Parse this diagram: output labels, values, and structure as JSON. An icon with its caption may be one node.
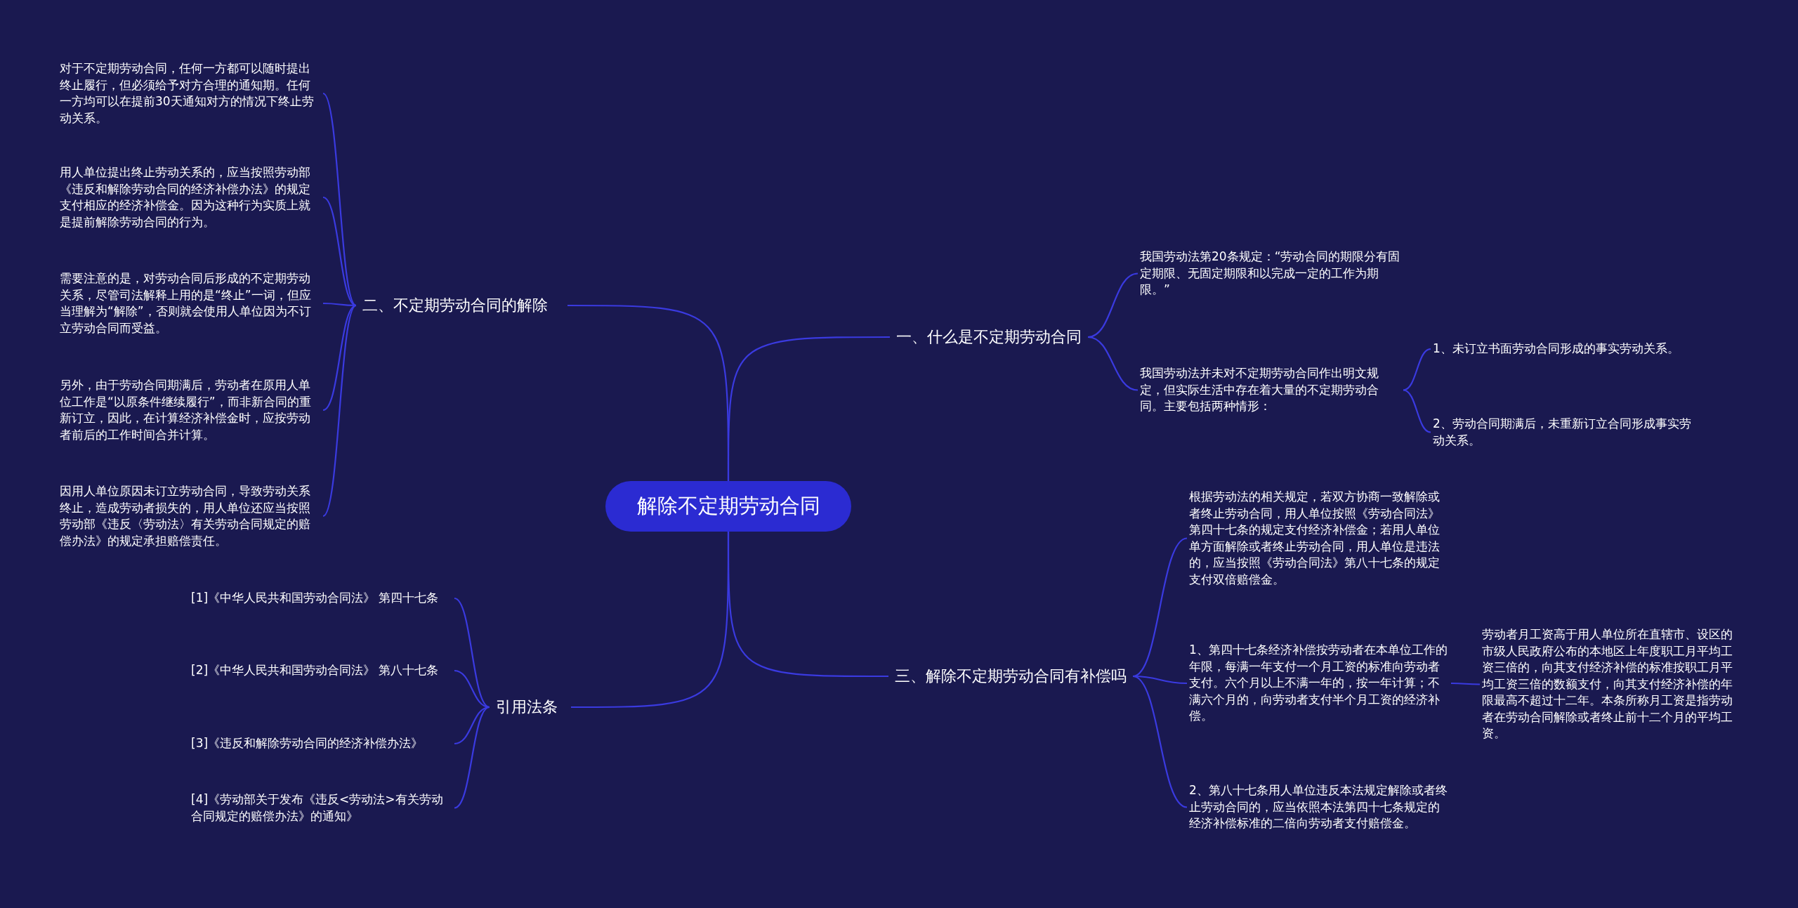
{
  "diagram": {
    "nodes": [
      {
        "text": [
          "解除不定期劳动合同"
        ]
      },
      {
        "text": [
          "一、什么是不定期劳动合同"
        ]
      },
      {
        "text": [
          "我国劳动法第20条规定：“劳动合同的期限分有固定期限、无固定期限和以完成一定的工作为期限。”"
        ]
      },
      {
        "text": [
          "我国劳动法并未对不定期劳动合同作出明文规定，但实际生活中存在着大量的不定期劳动合同。主要包括两种情形："
        ]
      },
      {
        "text": [
          "1、未订立书面劳动合同形成的事实劳动关系。"
        ]
      },
      {
        "text": [
          "2、劳动合同期满后，未重新订立合同形成事实劳动关系。"
        ]
      },
      {
        "text": [
          "二、不定期劳动合同的解除"
        ]
      },
      {
        "text": [
          "对于不定期劳动合同，任何一方都可以随时提出终止履行，但必须给予对方合理的通知期。任何一方均可以在提前30天通知对方的情况下终止劳动关系。"
        ]
      },
      {
        "text": [
          "用人单位提出终止劳动关系的，应当按照劳动部《违反和解除劳动合同的经济补偿办法》的规定支付相应的经济补偿金。因为这种行为实质上就是提前解除劳动合同的行为。"
        ]
      },
      {
        "text": [
          "需要注意的是，对劳动合同后形成的不定期劳动关系，尽管司法解释上用的是“终止”一词，但应当理解为“解除”，否则就会使用人单位因为不订立劳动合同而受益。"
        ]
      },
      {
        "text": [
          "另外，由于劳动合同期满后，劳动者在原用人单位工作是“以原条件继续履行”，而非新合同的重新订立，因此，在计算经济补偿金时，应按劳动者前后的工作时间合并计算。"
        ]
      },
      {
        "text": [
          "因用人单位原因未订立劳动合同，导致劳动关系终止，造成劳动者损失的，用人单位还应当按照劳动部《违反〈劳动法〉有关劳动合同规定的赔偿办法》的规定承担赔偿责任。"
        ]
      },
      {
        "text": [
          "三、解除不定期劳动合同有补偿吗"
        ]
      },
      {
        "text": [
          "根据劳动法的相关规定，若双方协商一致解除或者终止劳动合同，用人单位按照《劳动合同法》第四十七条的规定支付经济补偿金；若用人单位单方面解除或者终止劳动合同，用人单位是违法的，应当按照《劳动合同法》第八十七条的规定支付双倍赔偿金。"
        ]
      },
      {
        "text": [
          "1、第四十七条经济补偿按劳动者在本单位工作的年限，每满一年支付一个月工资的标准向劳动者支付。六个月以上不满一年的，按一年计算；不满六个月的，向劳动者支付半个月工资的经济补偿。"
        ]
      },
      {
        "text": [
          "劳动者月工资高于用人单位所在直辖市、设区的市级人民政府公布的本地区上年度职工月平均工资三倍的，向其支付经济补偿的标准按职工月平均工资三倍的数额支付，向其支付经济补偿的年限最高不超过十二年。本条所称月工资是指劳动者在劳动合同解除或者终止前十二个月的平均工资。"
        ]
      },
      {
        "text": [
          "2、第八十七条用人单位违反本法规定解除或者终止劳动合同的，应当依照本法第四十七条规定的经济补偿标准的二倍向劳动者支付赔偿金。"
        ]
      },
      {
        "text": [
          "引用法条"
        ]
      },
      {
        "text": [
          "[1]《中华人民共和国劳动合同法》 第四十七条"
        ]
      },
      {
        "text": [
          "[2]《中华人民共和国劳动合同法》 第八十七条"
        ]
      },
      {
        "text": [
          "[3]《违反和解除劳动合同的经济补偿办法》"
        ]
      },
      {
        "text": [
          "[4]《劳动部关于发布《违反<劳动法>有关劳动合同规定的赔偿办法》的通知》"
        ]
      }
    ],
    "edges": [
      {
        "from": 0,
        "to": 1,
        "arrow": "none"
      },
      {
        "from": 1,
        "to": 2,
        "arrow": "none"
      },
      {
        "from": 1,
        "to": 3,
        "arrow": "none"
      },
      {
        "from": 3,
        "to": 4,
        "arrow": "none"
      },
      {
        "from": 3,
        "to": 5,
        "arrow": "none"
      },
      {
        "from": 0,
        "to": 6,
        "arrow": "none"
      },
      {
        "from": 6,
        "to": 7,
        "arrow": "none"
      },
      {
        "from": 6,
        "to": 8,
        "arrow": "none"
      },
      {
        "from": 6,
        "to": 9,
        "arrow": "none"
      },
      {
        "from": 6,
        "to": 10,
        "arrow": "none"
      },
      {
        "from": 6,
        "to": 11,
        "arrow": "none"
      },
      {
        "from": 0,
        "to": 12,
        "arrow": "none"
      },
      {
        "from": 12,
        "to": 13,
        "arrow": "none"
      },
      {
        "from": 12,
        "to": 14,
        "arrow": "none"
      },
      {
        "from": 14,
        "to": 15,
        "arrow": "none"
      },
      {
        "from": 12,
        "to": 16,
        "arrow": "none"
      },
      {
        "from": 0,
        "to": 17,
        "arrow": "none"
      },
      {
        "from": 17,
        "to": 18,
        "arrow": "none"
      },
      {
        "from": 17,
        "to": 19,
        "arrow": "none"
      },
      {
        "from": 17,
        "to": 20,
        "arrow": "none"
      },
      {
        "from": 17,
        "to": 21,
        "arrow": "none"
      }
    ]
  }
}
